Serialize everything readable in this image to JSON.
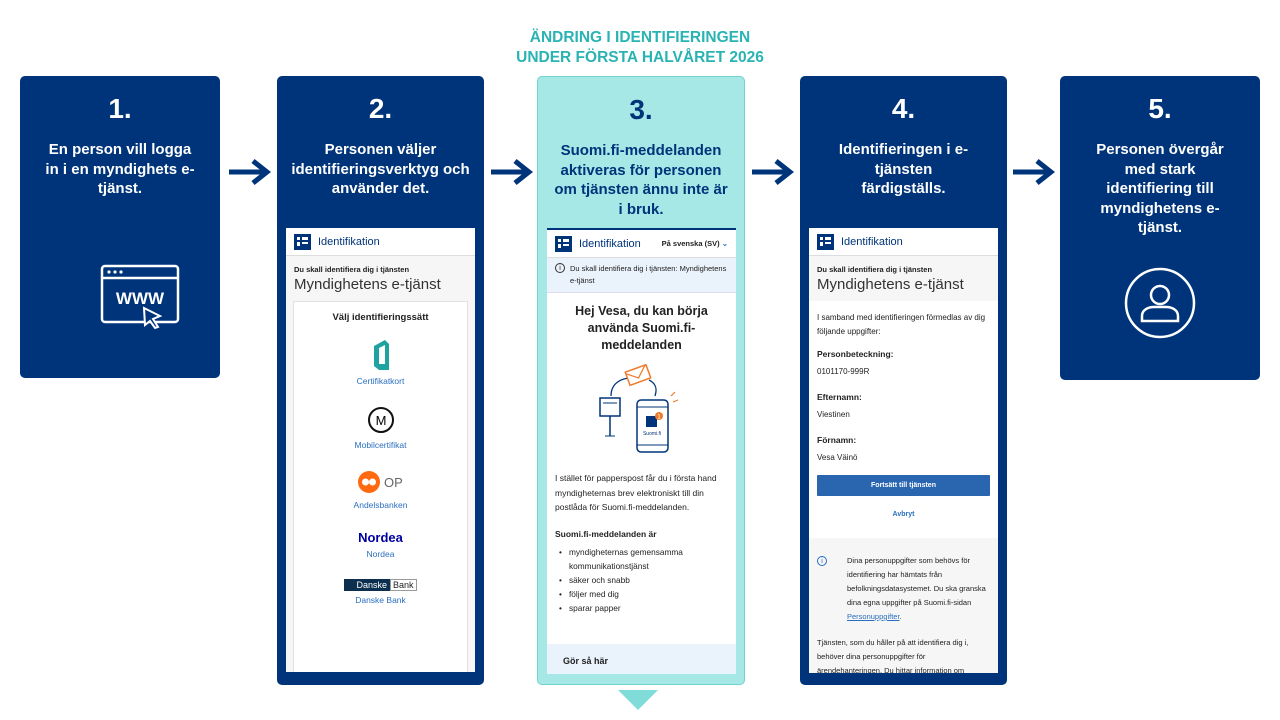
{
  "banner": {
    "line1": "ÄNDRING I IDENTIFIERINGEN",
    "line2": "UNDER FÖRSTA HALVÅRET 2026"
  },
  "colors": {
    "primary": "#00347a",
    "highlight": "#a6e8e6",
    "banner": "#2ab3b3",
    "link": "#2a6ebf"
  },
  "steps": [
    {
      "num": "1.",
      "text": "En person vill logga in i en myndighets e-tjänst.",
      "icon": "www-browser-icon",
      "icon_text": "WWW"
    },
    {
      "num": "2.",
      "text": "Personen väljer identifieringsverktyg och använder det."
    },
    {
      "num": "3.",
      "text": "Suomi.fi-meddelanden aktiveras för personen om tjänsten ännu inte är i bruk."
    },
    {
      "num": "4.",
      "text": "Identifieringen i e-tjänsten färdigställs."
    },
    {
      "num": "5.",
      "text": "Personen övergår med stark identifiering till myndighetens e-tjänst.",
      "icon": "user-icon"
    }
  ],
  "screen2": {
    "header": "Identifikation",
    "subtitle": "Du skall identifiera dig i tjänsten",
    "service": "Myndighetens e-tjänst",
    "choose": "Välj identifieringssätt",
    "methods": [
      {
        "label": "Certifikatkort"
      },
      {
        "label": "Mobilcertifikat",
        "logo": "M"
      },
      {
        "label": "Andelsbanken",
        "logo": "OP"
      },
      {
        "label": "Nordea",
        "logo": "Nordea"
      },
      {
        "label": "Danske Bank",
        "logo1": "Danske",
        "logo2": "Bank"
      }
    ]
  },
  "screen3": {
    "header": "Identifikation",
    "language": "På svenska (SV)",
    "notice": "Du skall identifiera dig i tjänsten: Myndighetens e-tjänst",
    "heading": "Hej Vesa, du kan börja använda Suomi.fi-meddelanden",
    "phone_label": "Suomi.fi",
    "badge": "1",
    "body": "I stället för papperspost får du i första hand myndigheternas brev elektroniskt till din postlåda för Suomi.fi-meddelanden.",
    "list_title": "Suomi.fi-meddelanden är",
    "list": [
      "myndigheternas gemensamma kommunikationstjänst",
      "säker och snabb",
      "följer med dig",
      "sparar papper"
    ],
    "howto": "Gör så här"
  },
  "screen4": {
    "header": "Identifikation",
    "subtitle": "Du skall identifiera dig i tjänsten",
    "service": "Myndighetens e-tjänst",
    "intro": "I samband med identifieringen förmedlas av dig följande uppgifter:",
    "fields": [
      {
        "label": "Personbeteckning:",
        "value": "0101170-999R"
      },
      {
        "label": "Efternamn:",
        "value": "Viestinen"
      },
      {
        "label": "Förnamn:",
        "value": "Vesa Väinö"
      }
    ],
    "continue": "Fortsätt till tjänsten",
    "cancel": "Avbryt",
    "info": "Dina personuppgifter som behövs för identifiering har hämtats från befolkningsdatasystemet. Du ska granska dina egna uppgifter på Suomi.fi-sidan ",
    "info_link": "Personuppgifter",
    "info_end": ".",
    "footer": "Tjänsten, som du håller på att identifiera dig i, behöver dina personuppgifter för ärendehanteringen. Du hittar information om"
  }
}
